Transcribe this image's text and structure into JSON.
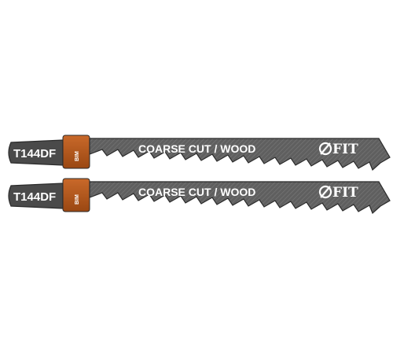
{
  "blades": [
    {
      "code": "T144DF",
      "material": "BIM",
      "description": "COARSE CUT / WOOD",
      "brand": "FIT"
    },
    {
      "code": "T144DF",
      "material": "BIM",
      "description": "COARSE CUT / WOOD",
      "brand": "FIT"
    }
  ],
  "colors": {
    "blade_body": "#6b6b6b",
    "blade_outline": "#2b2b2b",
    "shank": "#4a4a4a",
    "bim_band": "#b85a1c",
    "text": "#ffffff"
  },
  "icons": [
    "fit-logo-slashed-circle-icon"
  ]
}
